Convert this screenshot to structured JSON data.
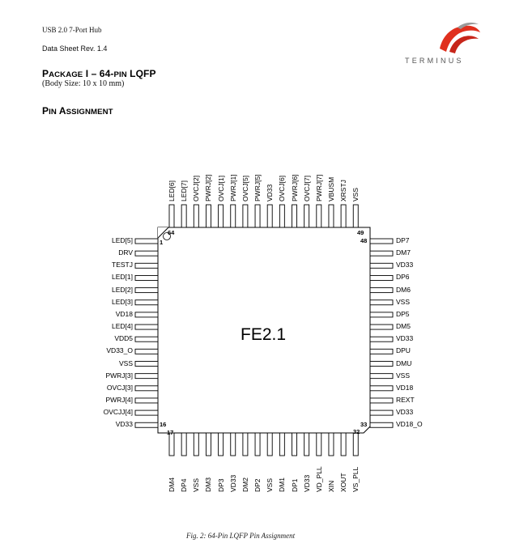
{
  "header": {
    "product": "USB 2.0 7-Port Hub",
    "doc_rev": "Data Sheet Rev. 1.4",
    "logo_text": "TERMINUS"
  },
  "section1": {
    "title_prefix": "Package I",
    "title_suffix": " – 64-pin LQFP",
    "title_cap1": "P",
    "title_sc1": "ACKAGE",
    "title_mid": " I – 64-",
    "title_sc2": "PIN",
    "title_end": " LQFP",
    "body_size": "(Body Size: 10 x 10 mm)"
  },
  "section2": {
    "cap": "P",
    "sc1": "IN",
    "cap2": " A",
    "sc2": "SSIGNMENT"
  },
  "chip": {
    "label": "FE2.1",
    "pin_numbers": {
      "p1": "1",
      "p16": "16",
      "p17": "17",
      "p32": "32",
      "p33": "33",
      "p48": "48",
      "p49": "49",
      "p64": "64"
    },
    "left_pins": [
      "LED[5]",
      "DRV",
      "TESTJ",
      "LED[1]",
      "LED[2]",
      "LED[3]",
      "VD18",
      "LED[4]",
      "VDD5",
      "VD33_O",
      "VSS",
      "PWRJ[3]",
      "OVCJ[3]",
      "PWRJ[4]",
      "OVCJJ[4]",
      "VD33"
    ],
    "bottom_pins": [
      "DM4",
      "DP4",
      "VSS",
      "DM3",
      "DP3",
      "VD33",
      "DM2",
      "DP2",
      "VSS",
      "DM1",
      "DP1",
      "VD33",
      "VD_PLL",
      "XIN",
      "XOUT",
      "VS_PLL"
    ],
    "right_pins": [
      "DP7",
      "DM7",
      "VD33",
      "DP6",
      "DM6",
      "VSS",
      "DP5",
      "DM5",
      "VD33",
      "DPU",
      "DMU",
      "VSS",
      "VD18",
      "REXT",
      "VD33",
      "VD18_O"
    ],
    "top_pins": [
      "LED[6]",
      "LED[7]",
      "OVCJ[2]",
      "PWRJ[2]",
      "OVCJ[1]",
      "PWRJ[1]",
      "OVCJ[5]",
      "PWRJ[5]",
      "VD33",
      "OVCJ[6]",
      "PWRJ[6]",
      "OVCJ[7]",
      "PWRJ[7]",
      "VBUSM",
      "XRSTJ",
      "VSS"
    ]
  },
  "caption": "Fig. 2: 64-Pin LQFP Pin Assignment",
  "colors": {
    "logo_red": "#e0301e",
    "logo_gray": "#9a9a9a"
  }
}
